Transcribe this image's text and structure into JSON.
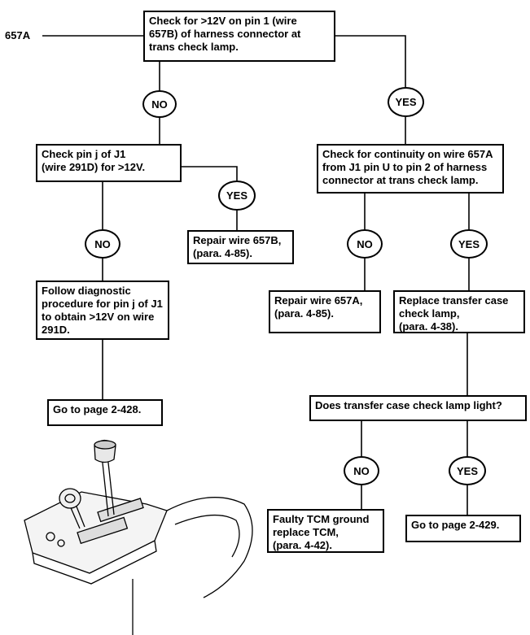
{
  "diagram": {
    "entry_label": "657A",
    "nodes": {
      "start": "Check for >12V on pin 1 (wire\n657B) of harness connector at\ntrans check lamp.",
      "check_pin_j": "Check pin j of J1\n(wire 291D) for >12V.",
      "repair_657b": "Repair wire 657B,\n(para. 4-85).",
      "follow_diag": "Follow diagnostic\nprocedure for pin j of J1\nto obtain >12V on wire\n291D.",
      "goto_2428": "Go to page 2-428.",
      "check_continuity": "Check for continuity on wire 657A\nfrom J1 pin U to pin 2 of harness\nconnector at trans check lamp.",
      "repair_657a": "Repair wire 657A,\n(para. 4-85).",
      "replace_lamp": "Replace transfer case\ncheck lamp,\n(para. 4-38).",
      "lamp_light_q": "Does transfer case check lamp light?",
      "faulty_tcm": "Faulty TCM ground\nreplace TCM,\n(para. 4-42).",
      "goto_2429": "Go to page 2-429."
    },
    "answers": {
      "no": "NO",
      "yes": "YES"
    }
  }
}
